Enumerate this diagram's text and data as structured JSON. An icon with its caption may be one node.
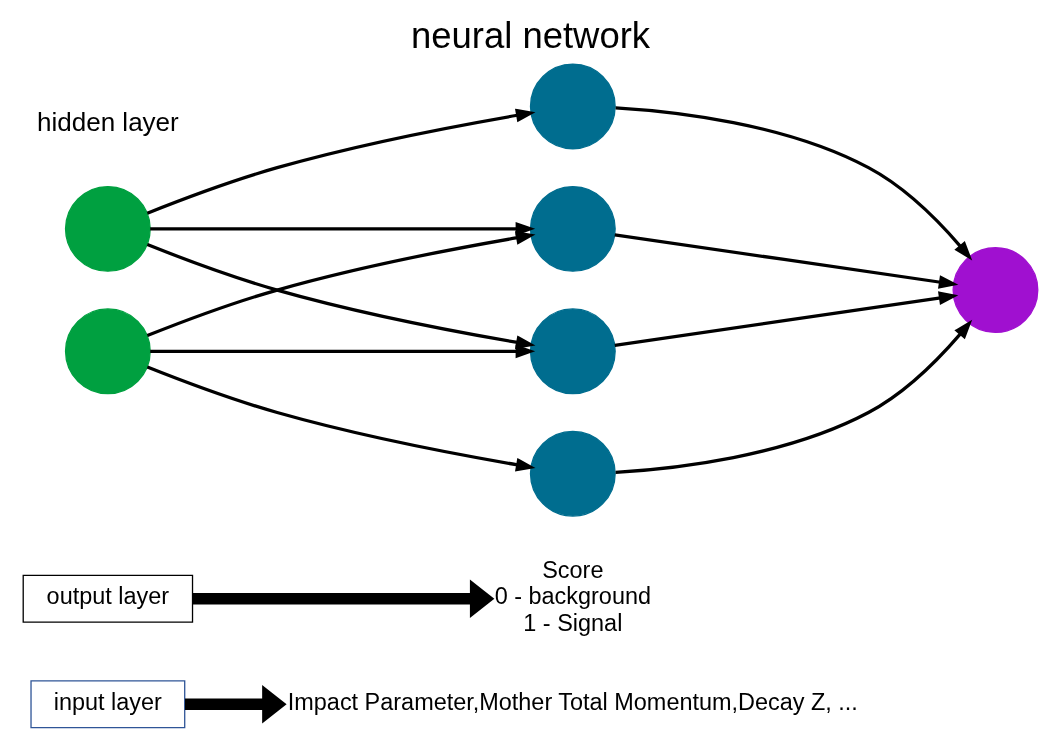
{
  "diagram": {
    "title": "neural network",
    "nodes": [
      {
        "text": [
          "input layer"
        ]
      },
      {
        "text": [
          "output layer"
        ]
      },
      {
        "text": [
          "Impact Parameter,Mother Total Momentum,Decay Z, ..."
        ]
      },
      {
        "text": [
          "Score",
          "0 - background",
          "1 - Signal"
        ]
      },
      {
        "text": [],
        "shape": "circle"
      },
      {
        "text": [],
        "shape": "circle"
      },
      {
        "text": [],
        "shape": "circle"
      },
      {
        "text": [],
        "shape": "circle"
      },
      {
        "text": [],
        "shape": "circle"
      },
      {
        "text": [],
        "shape": "circle"
      },
      {
        "text": [],
        "shape": "circle"
      }
    ],
    "edges": [
      {
        "from": 0,
        "to": 2,
        "arrow": "to",
        "style": "thick"
      },
      {
        "from": 1,
        "to": 3,
        "arrow": "to",
        "style": "thick"
      },
      {
        "from": 4,
        "to": 6,
        "arrow": "to"
      },
      {
        "from": 4,
        "to": 7,
        "arrow": "to"
      },
      {
        "from": 4,
        "to": 8,
        "arrow": "to"
      },
      {
        "from": 5,
        "to": 7,
        "arrow": "to"
      },
      {
        "from": 5,
        "to": 8,
        "arrow": "to"
      },
      {
        "from": 5,
        "to": 9,
        "arrow": "to"
      },
      {
        "from": 6,
        "to": 10,
        "arrow": "to"
      },
      {
        "from": 7,
        "to": 10,
        "arrow": "to"
      },
      {
        "from": 8,
        "to": 10,
        "arrow": "to"
      },
      {
        "from": 9,
        "to": 10,
        "arrow": "to"
      }
    ],
    "labels": [
      "hidden layer"
    ]
  }
}
